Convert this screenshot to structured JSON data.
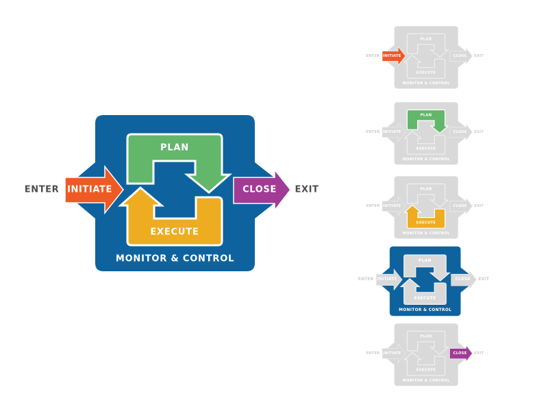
{
  "colors": {
    "box": "#0E639F",
    "plan": "#62B76A",
    "execute": "#EEAC20",
    "initiate": "#EE5A24",
    "close": "#A13B96",
    "outline": "#FFFFFF",
    "label_text": "#FFFFFF",
    "edge_text": "#4D4D4D",
    "muted_fill": "#D9D9D9",
    "muted_stroke": "#EFEFEF",
    "muted_text": "#FFFFFF",
    "muted_edge_text": "#CCCCCC"
  },
  "labels": {
    "enter": "ENTER",
    "exit": "EXIT",
    "initiate": "INITIATE",
    "plan": "PLAN",
    "execute": "EXECUTE",
    "close": "CLOSE",
    "monitor": "MONITOR & CONTROL"
  },
  "main_diagram": {
    "highlight": [
      "box",
      "initiate",
      "plan",
      "execute",
      "close"
    ]
  },
  "thumbnails": [
    {
      "name": "thumbnail-initiate",
      "highlight": [
        "initiate"
      ]
    },
    {
      "name": "thumbnail-plan",
      "highlight": [
        "plan"
      ]
    },
    {
      "name": "thumbnail-execute",
      "highlight": [
        "execute"
      ]
    },
    {
      "name": "thumbnail-monitor-control",
      "highlight": [
        "box"
      ]
    },
    {
      "name": "thumbnail-close",
      "highlight": [
        "close"
      ]
    }
  ]
}
